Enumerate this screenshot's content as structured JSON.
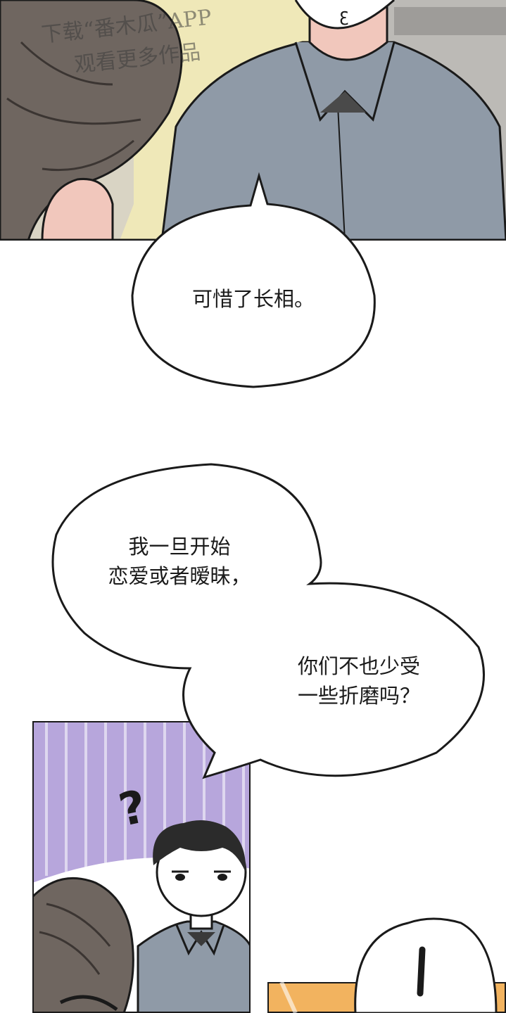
{
  "watermark": {
    "line1": "下载“番木瓜”APP",
    "line2": "观看更多作品"
  },
  "bubbles": {
    "b1": {
      "line1": "可惜了长相。"
    },
    "b2": {
      "line1": "我一旦开始",
      "line2": "恋爱或者暧昧，"
    },
    "b3": {
      "line1": "你们不也少受",
      "line2": "一些折磨吗？"
    }
  },
  "sfx": {
    "question": "?"
  },
  "colors": {
    "shirt": "#8f9aa7",
    "hair_dark": "#2b2b2b",
    "hair_brown": "#6f6660",
    "skin": "#f1c7bc",
    "lavender": "#b7a6dc",
    "orange": "#f2b35f"
  }
}
